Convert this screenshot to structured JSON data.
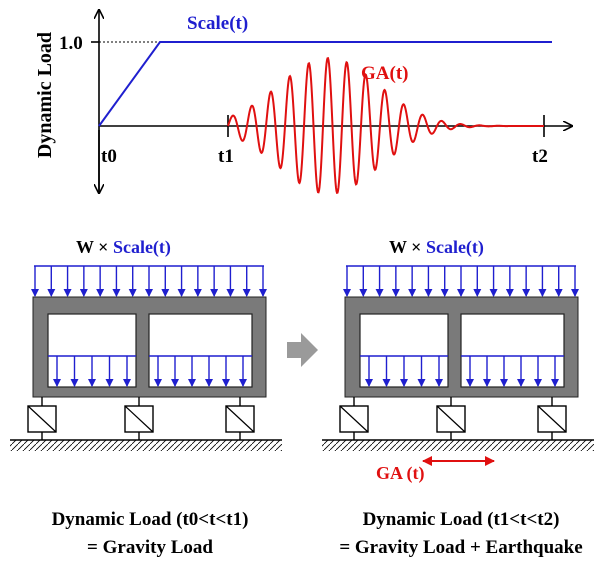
{
  "graph": {
    "y_axis_label": "Dynamic Load",
    "y_tick": "1.0",
    "t0": "t0",
    "t1": "t1",
    "t2": "t2",
    "scale_label": "Scale(t)",
    "ga_label": "GA(t)"
  },
  "frames": {
    "load_prefix": "W × ",
    "load_scale": "Scale(t)",
    "earthquake_label": "GA (t)"
  },
  "captions": {
    "left_line1": "Dynamic Load (t0<t<t1)",
    "left_line2": "= Gravity Load",
    "right_line1": "Dynamic Load (t1<t<t2)",
    "right_line2": "= Gravity Load + Earthquake"
  },
  "colors": {
    "scale_blue": "#1f1fcf",
    "ga_red": "#e01010",
    "frame_gray": "#7a7a7a",
    "arrow_gray": "#9a9a9a"
  }
}
